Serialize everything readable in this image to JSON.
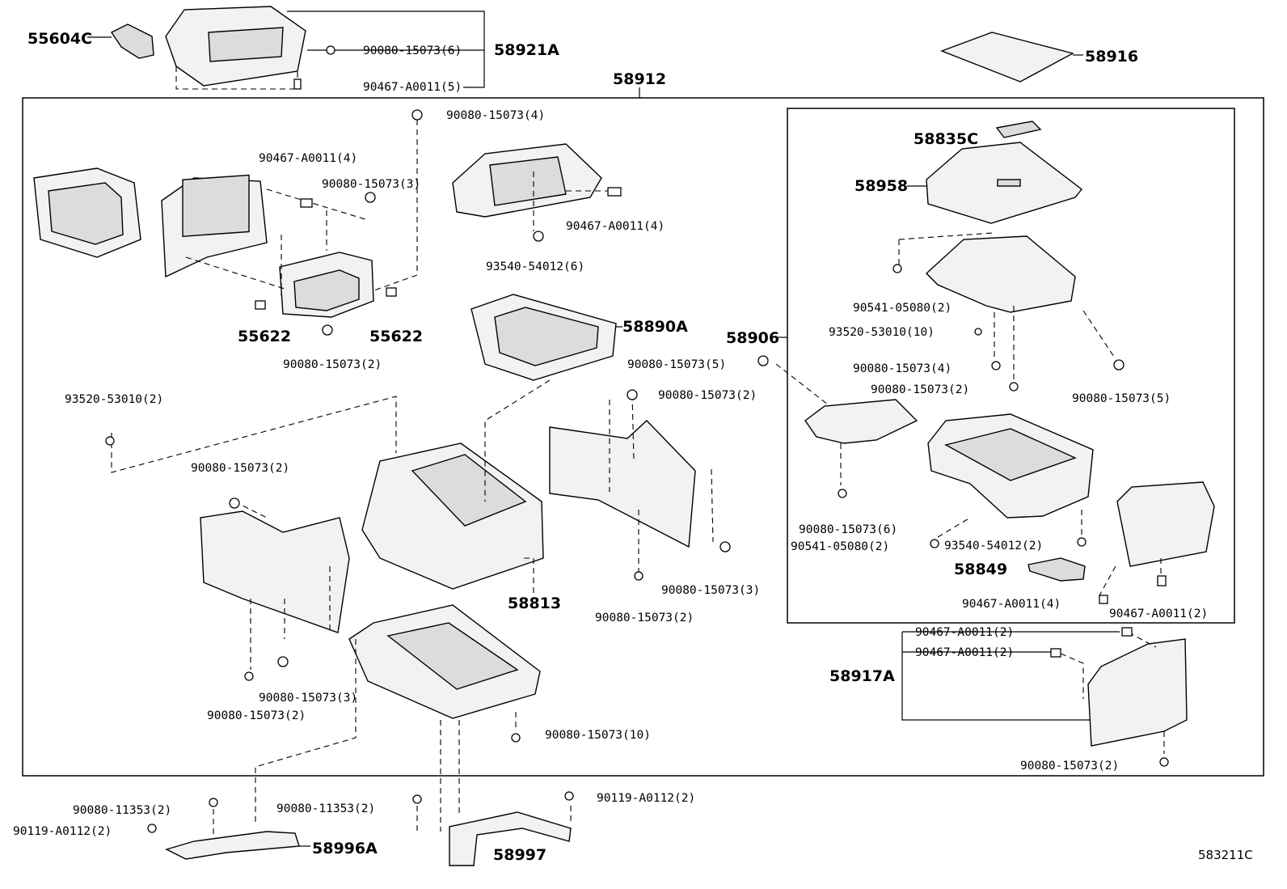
{
  "diagram_id": "583211C",
  "groups": {
    "main": "58912",
    "armrest": "58906",
    "lid": "58917A"
  },
  "parts": [
    {
      "key": "p55604C",
      "label": "55604C"
    },
    {
      "key": "p58921A",
      "label": "58921A"
    },
    {
      "key": "p58916",
      "label": "58916"
    },
    {
      "key": "p58835C",
      "label": "58835C"
    },
    {
      "key": "p58958",
      "label": "58958"
    },
    {
      "key": "p55622a",
      "label": "55622"
    },
    {
      "key": "p55622b",
      "label": "55622"
    },
    {
      "key": "p58890A",
      "label": "58890A"
    },
    {
      "key": "p58813",
      "label": "58813"
    },
    {
      "key": "p58849",
      "label": "58849"
    },
    {
      "key": "p58996A",
      "label": "58996A"
    },
    {
      "key": "p58997",
      "label": "58997"
    }
  ],
  "fasteners": [
    "90080-15073(6)",
    "90467-A0011(5)",
    "90080-15073(4)",
    "90467-A0011(4)",
    "90080-15073(3)",
    "90467-A0011(4)",
    "93540-54012(6)",
    "90080-15073(2)",
    "90541-05080(2)",
    "93520-53010(10)",
    "90080-15073(5)",
    "90080-15073(4)",
    "90080-15073(2)",
    "90080-15073(5)",
    "93520-53010(2)",
    "90080-15073(2)",
    "90080-15073(2)",
    "90080-15073(6)",
    "90541-05080(2)",
    "93540-54012(2)",
    "90080-15073(3)",
    "90080-15073(2)",
    "90467-A0011(4)",
    "90467-A0011(2)",
    "90467-A0011(2)",
    "90467-A0011(2)",
    "90080-15073(3)",
    "90080-15073(2)",
    "90080-15073(10)",
    "90080-15073(2)",
    "90080-11353(2)",
    "90080-11353(2)",
    "90119-A0112(2)",
    "90119-A0112(2)"
  ]
}
